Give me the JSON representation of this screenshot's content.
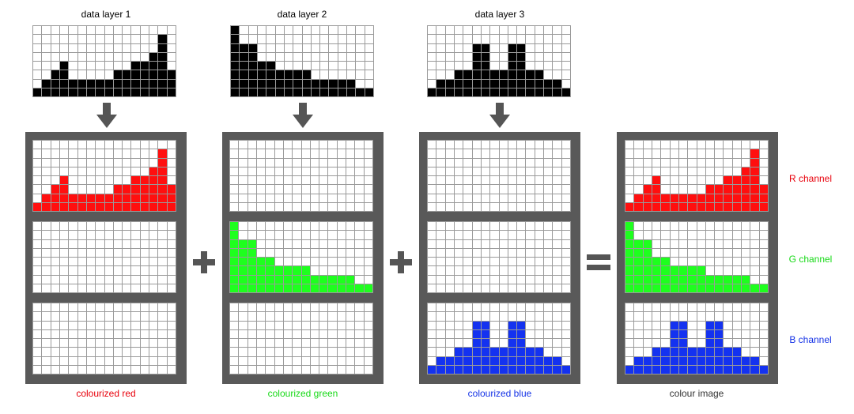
{
  "top_labels": [
    "data layer 1",
    "data layer 2",
    "data layer 3"
  ],
  "captions": [
    {
      "text": "colourized red",
      "color": "#e8000b"
    },
    {
      "text": "colourized green",
      "color": "#16d916"
    },
    {
      "text": "colourized blue",
      "color": "#1432e6"
    },
    {
      "text": "colour image",
      "color": "#333333"
    }
  ],
  "channel_labels": [
    {
      "text": "R channel",
      "color": "#e8000b"
    },
    {
      "text": "G channel",
      "color": "#16d916"
    },
    {
      "text": "B channel",
      "color": "#1432e6"
    }
  ],
  "operators": [
    "plus",
    "plus",
    "equals"
  ],
  "grid_size": {
    "cols": 16,
    "rows": 8
  },
  "layers": [
    {
      "name": "data layer 1",
      "column_heights": [
        1,
        2,
        3,
        4,
        2,
        2,
        2,
        2,
        2,
        3,
        3,
        4,
        4,
        5,
        7,
        3
      ],
      "channel": "R"
    },
    {
      "name": "data layer 2",
      "column_heights": [
        8,
        6,
        6,
        4,
        4,
        3,
        3,
        3,
        3,
        2,
        2,
        2,
        2,
        2,
        1,
        1
      ],
      "channel": "G"
    },
    {
      "name": "data layer 3",
      "column_heights": [
        1,
        2,
        2,
        3,
        3,
        6,
        6,
        3,
        3,
        6,
        6,
        3,
        3,
        2,
        2,
        1
      ],
      "channel": "B"
    }
  ],
  "colors": {
    "black": "#000000",
    "red": "#ff0f0f",
    "green": "#1eff1e",
    "blue": "#1432f0",
    "frame": "#595959",
    "arrow": "#555555"
  }
}
